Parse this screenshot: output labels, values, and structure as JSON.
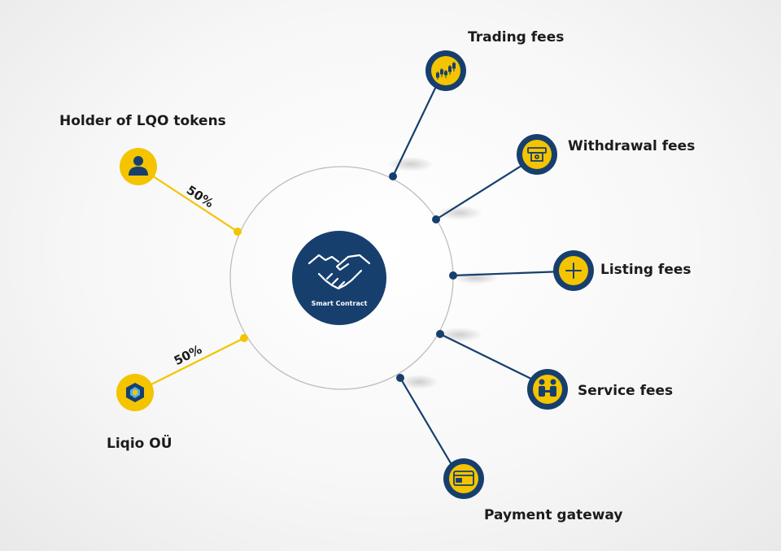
{
  "center": {
    "caption": "Smart Contract",
    "icon": "handshake-icon"
  },
  "colors": {
    "navy": "#173f6e",
    "yellow": "#f4c400",
    "ring": "#bdbdbd"
  },
  "fees": [
    {
      "label": "Trading fees",
      "icon": "candlestick-chart-icon"
    },
    {
      "label": "Withdrawal fees",
      "icon": "cash-withdrawal-icon"
    },
    {
      "label": "Listing fees",
      "icon": "plus-icon"
    },
    {
      "label": "Service fees",
      "icon": "people-icon"
    },
    {
      "label": "Payment gateway",
      "icon": "credit-card-icon"
    }
  ],
  "recipients": [
    {
      "label": "Holder of LQO tokens",
      "share": "50%",
      "icon": "user-icon"
    },
    {
      "label": "Liqio OÜ",
      "share": "50%",
      "icon": "liqio-logo-icon"
    }
  ]
}
